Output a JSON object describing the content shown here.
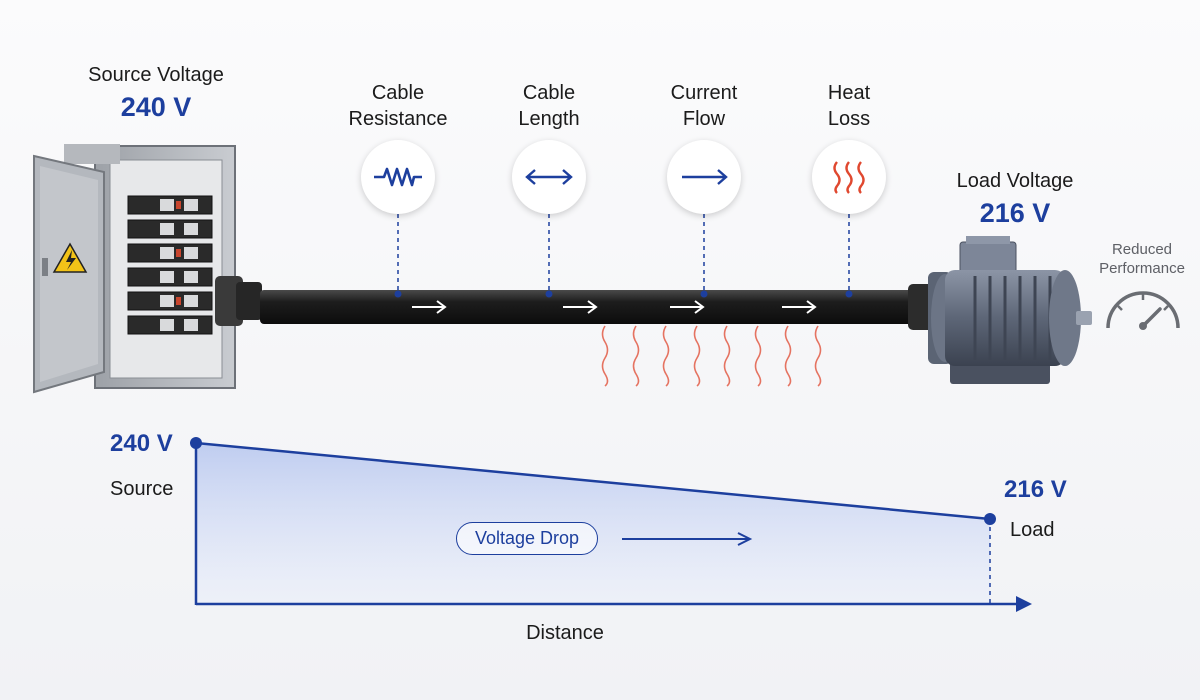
{
  "source": {
    "label": "Source Voltage",
    "value": "240 V"
  },
  "load": {
    "label": "Load Voltage",
    "value": "216 V"
  },
  "factors": [
    {
      "id": "resistance",
      "line1": "Cable",
      "line2": "Resistance",
      "icon": "resistor-icon"
    },
    {
      "id": "length",
      "line1": "Cable",
      "line2": "Length",
      "icon": "double-arrow-icon"
    },
    {
      "id": "current",
      "line1": "Current",
      "line2": "Flow",
      "icon": "arrow-right-icon"
    },
    {
      "id": "heat",
      "line1": "Heat",
      "line2": "Loss",
      "icon": "heat-waves-icon"
    }
  ],
  "performance": {
    "line1": "Reduced",
    "line2": "Performance",
    "icon": "gauge-icon"
  },
  "graph": {
    "start_value": "240 V",
    "start_label": "Source",
    "end_value": "216 V",
    "end_label": "Load",
    "drop_label": "Voltage Drop",
    "x_label": "Distance"
  },
  "colors": {
    "accent": "#1d3f9e",
    "heat": "#e0482f",
    "cable": "#1a1a1a"
  }
}
